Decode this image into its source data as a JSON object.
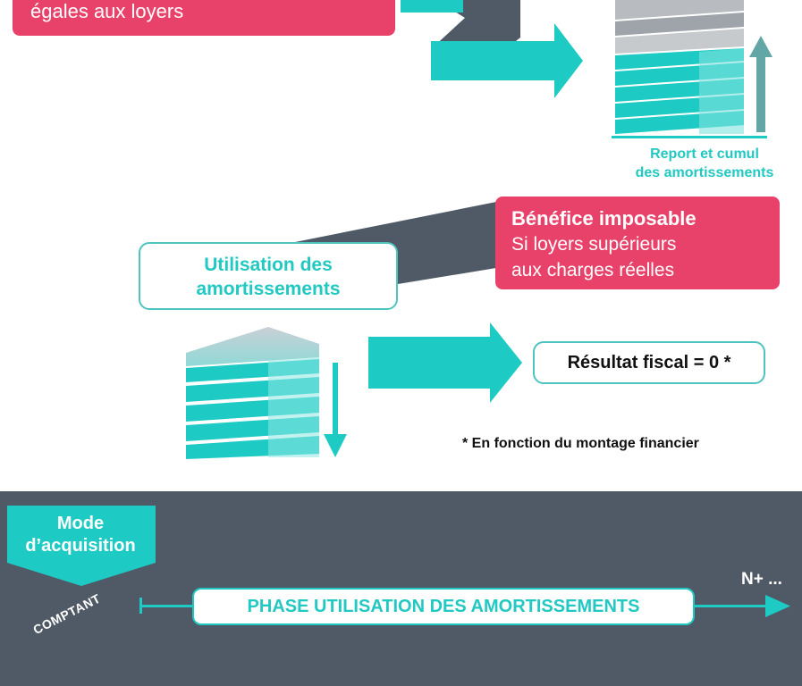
{
  "top_box": {
    "text": "égales aux loyers"
  },
  "report": {
    "line1": "Report et cumul",
    "line2": "des amortissements"
  },
  "benefice": {
    "title": "Bénéfice imposable",
    "line1": "Si loyers supérieurs",
    "line2": "aux charges réelles"
  },
  "utilisation": {
    "line1": "Utilisation des",
    "line2": "amortissements"
  },
  "resultat": {
    "text": "Résultat fiscal = 0 *"
  },
  "note": {
    "text": "* En fonction du montage financier"
  },
  "bottom": {
    "mode_line1": "Mode",
    "mode_line2": "d’acquisition",
    "comptant": "COMPTANT",
    "phase": "PHASE UTILISATION DES AMORTISSEMENTS",
    "period": "N+ ..."
  },
  "colors": {
    "teal": "#1ecbc4",
    "pink": "#e8426a",
    "dark_gray": "#4f5a66"
  }
}
